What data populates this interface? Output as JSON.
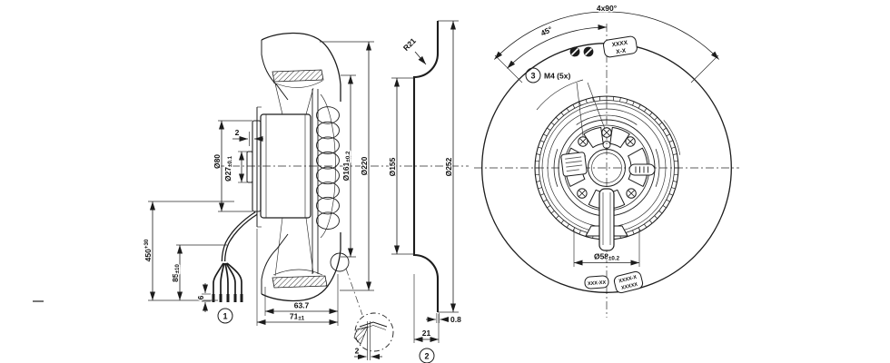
{
  "side_view": {
    "dim_plate_gap": "2",
    "dim_hub": "Ø80",
    "dim_shaft_boss": {
      "main": "Ø27",
      "tol": "±0.1"
    },
    "dim_impeller_inner": {
      "main": "Ø161",
      "tol": "±0.2"
    },
    "dim_impeller_outer": "Ø220",
    "dim_cable_length": {
      "main": "450",
      "tol": "+30"
    },
    "dim_wire_length": {
      "main": "85",
      "tol": "±10"
    },
    "dim_tinned_end": "6",
    "dim_depth_inner": "63.7",
    "dim_depth_total": {
      "main": "71",
      "tol": "±1"
    },
    "balloon_cable": "1",
    "detail_dim_thickness": "2"
  },
  "ring_section": {
    "dim_inlet_radius": "R21",
    "dim_bore": "Ø155",
    "dim_outer": "Ø252",
    "dim_sheet_thickness": "0.8",
    "dim_depth": "21",
    "balloon": "2"
  },
  "front_view": {
    "dim_hole_pattern": "4x90°",
    "dim_hole_angle": "45°",
    "balloon_screws": "3",
    "screws_label": "M4 (5x)",
    "dim_bolt_circle": {
      "main": "Ø58",
      "tol": "±0.2"
    },
    "label_top": {
      "line1": "XXXX",
      "line2": "X-X"
    },
    "label_bottom_left": "XXX-XX",
    "label_bottom_right": {
      "line1": "XXXX-X",
      "line2": "XXXXX"
    }
  }
}
